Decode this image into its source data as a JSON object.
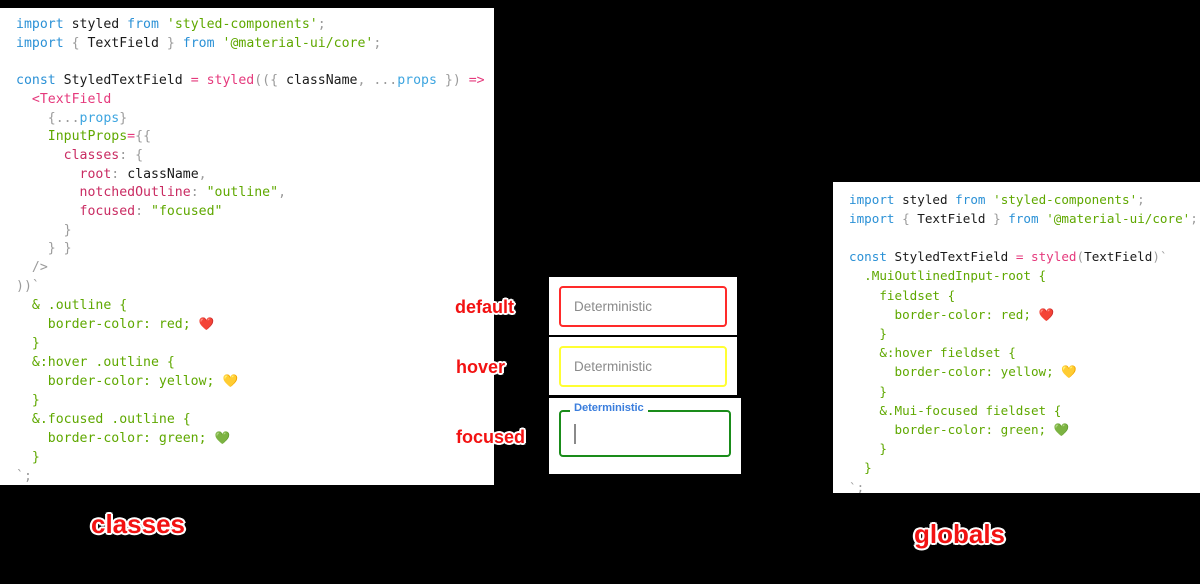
{
  "panels": {
    "classes": {
      "caption": "classes",
      "lines": [
        [
          [
            "import ",
            "kw"
          ],
          [
            "styled",
            "id"
          ],
          [
            " ",
            "id"
          ],
          [
            "from",
            "kw"
          ],
          [
            " ",
            "id"
          ],
          [
            "'styled-components'",
            "str"
          ],
          [
            ";",
            "punc"
          ]
        ],
        [
          [
            "import ",
            "kw"
          ],
          [
            "{",
            "punc"
          ],
          [
            " TextField ",
            "id"
          ],
          [
            "}",
            "punc"
          ],
          [
            " ",
            "id"
          ],
          [
            "from",
            "kw"
          ],
          [
            " ",
            "id"
          ],
          [
            "'@material-ui/core'",
            "str"
          ],
          [
            ";",
            "punc"
          ]
        ],
        [],
        [
          [
            "const",
            "kw"
          ],
          [
            " StyledTextField ",
            "id"
          ],
          [
            "=",
            "op"
          ],
          [
            " ",
            "id"
          ],
          [
            "styled",
            "fn"
          ],
          [
            "((",
            "punc"
          ],
          [
            "{",
            " punc"
          ],
          [
            " className",
            "id"
          ],
          [
            ",",
            "punc"
          ],
          [
            " ",
            "id"
          ],
          [
            "...",
            "punc"
          ],
          [
            "props",
            "prop"
          ],
          [
            " ",
            "id"
          ],
          [
            "}",
            "punc"
          ],
          [
            ")",
            "punc"
          ],
          [
            " ",
            "id"
          ],
          [
            "=>",
            "op"
          ],
          [
            " ",
            "id"
          ],
          [
            "(",
            "punc"
          ]
        ],
        [
          [
            "  ",
            "id"
          ],
          [
            "<TextField",
            "fn"
          ]
        ],
        [
          [
            "    ",
            "id"
          ],
          [
            "{",
            "punc"
          ],
          [
            "...",
            "punc"
          ],
          [
            "props",
            "prop"
          ],
          [
            "}",
            "punc"
          ]
        ],
        [
          [
            "    ",
            "id"
          ],
          [
            "InputProps",
            "attr"
          ],
          [
            "=",
            "op"
          ],
          [
            "{{",
            "punc"
          ]
        ],
        [
          [
            "      ",
            "id"
          ],
          [
            "classes",
            "key"
          ],
          [
            ":",
            "punc"
          ],
          [
            " ",
            "id"
          ],
          [
            "{",
            "punc"
          ]
        ],
        [
          [
            "        ",
            "id"
          ],
          [
            "root",
            "key"
          ],
          [
            ":",
            "punc"
          ],
          [
            " className",
            "id"
          ],
          [
            ",",
            "punc"
          ]
        ],
        [
          [
            "        ",
            "id"
          ],
          [
            "notchedOutline",
            "key"
          ],
          [
            ":",
            "punc"
          ],
          [
            " ",
            "id"
          ],
          [
            "\"outline\"",
            "str"
          ],
          [
            ",",
            "punc"
          ]
        ],
        [
          [
            "        ",
            "id"
          ],
          [
            "focused",
            "key"
          ],
          [
            ":",
            "punc"
          ],
          [
            " ",
            "id"
          ],
          [
            "\"focused\"",
            "str"
          ]
        ],
        [
          [
            "      ",
            "id"
          ],
          [
            "}",
            "punc"
          ]
        ],
        [
          [
            "    ",
            "id"
          ],
          [
            "} }",
            "punc"
          ]
        ],
        [
          [
            "  ",
            "id"
          ],
          [
            "/>",
            "punc"
          ]
        ],
        [
          [
            "))",
            "punc"
          ],
          [
            "`",
            "tick"
          ]
        ],
        [
          [
            "  & .outline {",
            "css"
          ]
        ],
        [
          [
            "    border-color: red; ",
            "css"
          ],
          [
            "❤️",
            "emoji"
          ]
        ],
        [
          [
            "  }",
            "css"
          ]
        ],
        [
          [
            "  &:hover .outline {",
            "css"
          ]
        ],
        [
          [
            "    border-color: yellow; ",
            "css"
          ],
          [
            "💛",
            "emoji"
          ]
        ],
        [
          [
            "  }",
            "css"
          ]
        ],
        [
          [
            "  &.focused .outline {",
            "css"
          ]
        ],
        [
          [
            "    border-color: green; ",
            "css"
          ],
          [
            "💚",
            "emoji"
          ]
        ],
        [
          [
            "  }",
            "css"
          ]
        ],
        [
          [
            "`",
            "tick"
          ],
          [
            ";",
            "punc"
          ]
        ]
      ]
    },
    "globals": {
      "caption": "globals",
      "lines": [
        [
          [
            "import ",
            "kw"
          ],
          [
            "styled",
            "id"
          ],
          [
            " ",
            "id"
          ],
          [
            "from",
            "kw"
          ],
          [
            " ",
            "id"
          ],
          [
            "'styled-components'",
            "str"
          ],
          [
            ";",
            "punc"
          ]
        ],
        [
          [
            "import ",
            "kw"
          ],
          [
            "{",
            "punc"
          ],
          [
            " TextField ",
            "id"
          ],
          [
            "}",
            "punc"
          ],
          [
            " ",
            "id"
          ],
          [
            "from",
            "kw"
          ],
          [
            " ",
            "id"
          ],
          [
            "'@material-ui/core'",
            "str"
          ],
          [
            ";",
            "punc"
          ]
        ],
        [],
        [
          [
            "const",
            "kw"
          ],
          [
            " StyledTextField ",
            "id"
          ],
          [
            "=",
            "op"
          ],
          [
            " ",
            "id"
          ],
          [
            "styled",
            "fn"
          ],
          [
            "(",
            "punc"
          ],
          [
            "TextField",
            "id"
          ],
          [
            ")",
            "punc"
          ],
          [
            "`",
            "tick"
          ]
        ],
        [
          [
            "  .MuiOutlinedInput-root {",
            "css"
          ]
        ],
        [
          [
            "    fieldset {",
            "css"
          ]
        ],
        [
          [
            "      border-color: red; ",
            "css"
          ],
          [
            "❤️",
            "emoji"
          ]
        ],
        [
          [
            "    }",
            "css"
          ]
        ],
        [
          [
            "    &:hover fieldset {",
            "css"
          ]
        ],
        [
          [
            "      border-color: yellow; ",
            "css"
          ],
          [
            "💛",
            "emoji"
          ]
        ],
        [
          [
            "    }",
            "css"
          ]
        ],
        [
          [
            "    &.Mui-focused fieldset {",
            "css"
          ]
        ],
        [
          [
            "      border-color: green; ",
            "css"
          ],
          [
            "💚",
            "emoji"
          ]
        ],
        [
          [
            "    }",
            "css"
          ]
        ],
        [
          [
            "  }",
            "css"
          ]
        ],
        [
          [
            "`",
            "tick"
          ],
          [
            ";",
            "punc"
          ]
        ]
      ]
    }
  },
  "demo": {
    "fields": [
      {
        "state": "default",
        "value": "Deterministic",
        "border_color": "#ff2a2a"
      },
      {
        "state": "hover",
        "value": "Deterministic",
        "border_color": "#ffff33"
      },
      {
        "state": "focused",
        "value": "",
        "label": "Deterministic",
        "border_color": "#1a8c1a",
        "label_color": "#3b7edd"
      }
    ]
  },
  "annotations": {
    "default": "default",
    "hover": "hover",
    "focused": "focused"
  },
  "colors": {
    "background": "#000000",
    "panel": "#ffffff",
    "annotation": "#f21212",
    "keyword": "#2b91d6",
    "string": "#5fa800",
    "key": "#c92b62",
    "operator": "#e5397c",
    "punctuation": "#9b9b9b"
  }
}
